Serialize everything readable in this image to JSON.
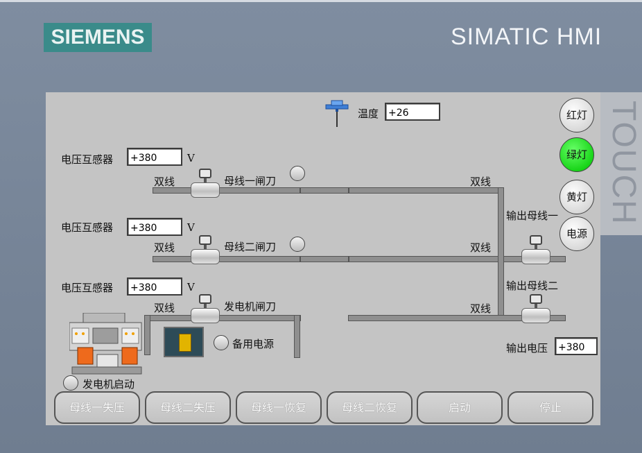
{
  "brand": {
    "logo": "SIEMENS",
    "product": "SIMATIC HMI",
    "touch": "TOUCH"
  },
  "temperature": {
    "label": "温度",
    "value": "+26"
  },
  "sensors": [
    {
      "label": "电压互感器",
      "value": "+380",
      "unit": "V"
    },
    {
      "label": "电压互感器",
      "value": "+380",
      "unit": "V"
    },
    {
      "label": "电压互感器",
      "value": "+380",
      "unit": "V"
    }
  ],
  "lines": {
    "double_line": "双线",
    "bus1_switch": "母线一闸刀",
    "bus2_switch": "母线二闸刀",
    "gen_switch": "发电机闸刀",
    "output_bus1": "输出母线一",
    "output_bus2": "输出母线二",
    "backup_power": "备用电源",
    "gen_start": "发电机启动",
    "output_voltage_label": "输出电压",
    "output_voltage_value": "+380"
  },
  "lamps": [
    {
      "label": "红灯",
      "on": false
    },
    {
      "label": "绿灯",
      "on": true
    },
    {
      "label": "黄灯",
      "on": false
    },
    {
      "label": "电源",
      "on": false
    }
  ],
  "buttons": [
    "母线一失压",
    "母线二失压",
    "母线一恢复",
    "母线二恢复",
    "启动",
    "停止"
  ],
  "colors": {
    "lamp_on": "#19d519",
    "logo_bg": "#3a8b8a",
    "screen_bg": "#c4c4c4"
  }
}
